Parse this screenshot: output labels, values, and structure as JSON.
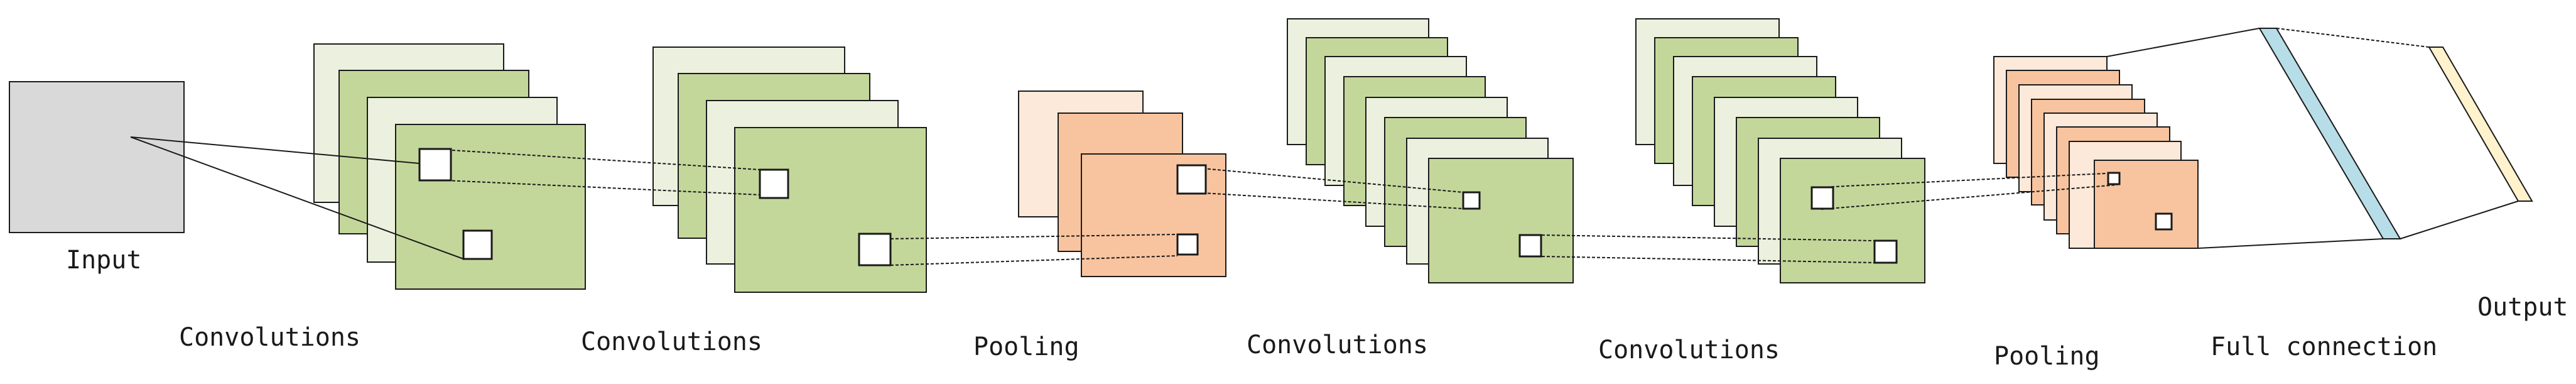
{
  "labels": {
    "input": "Input",
    "conv1": "Convolutions",
    "conv2": "Convolutions",
    "pool1": "Pooling",
    "conv3": "Convolutions",
    "conv4": "Convolutions",
    "pool2": "Pooling",
    "full_connection": "Full connection",
    "output": "Output"
  },
  "colors": {
    "input_fill": "#d9d9d9",
    "conv_light": "#ebf1de",
    "conv_dark": "#c4d79b",
    "pool_light": "#fde9d9",
    "pool_dark": "#f8c49f",
    "fc_blue": "#b7dde8",
    "output_yellow": "#fff2cc",
    "stroke": "#1a1a1a"
  },
  "stages": [
    {
      "stage": "input",
      "maps": 1
    },
    {
      "stage": "conv1",
      "maps": 4
    },
    {
      "stage": "conv2",
      "maps": 4
    },
    {
      "stage": "pool1",
      "maps": 3
    },
    {
      "stage": "conv3",
      "maps": 8
    },
    {
      "stage": "conv4",
      "maps": 8
    },
    {
      "stage": "pool2",
      "maps": 8
    },
    {
      "stage": "full_connection",
      "maps": 1
    },
    {
      "stage": "output",
      "maps": 1
    }
  ]
}
